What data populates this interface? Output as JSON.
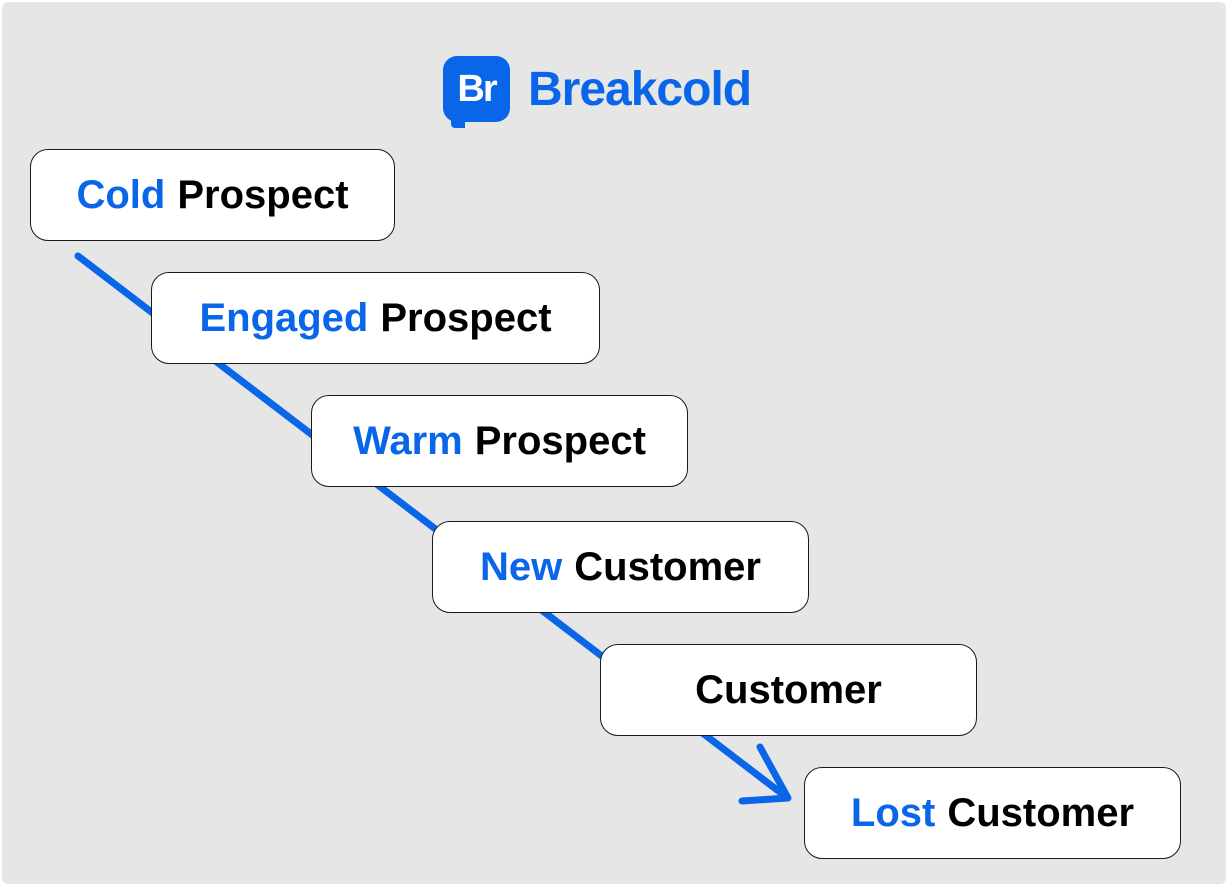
{
  "brand": {
    "badge_text": "Br",
    "name": "Breakcold",
    "color": "#0a66e8"
  },
  "stages": [
    {
      "accent": "Cold",
      "label": "Prospect"
    },
    {
      "accent": "Engaged",
      "label": "Prospect"
    },
    {
      "accent": "Warm",
      "label": "Prospect"
    },
    {
      "accent": "New",
      "label": "Customer"
    },
    {
      "accent": "",
      "label": "Customer"
    },
    {
      "accent": "Lost",
      "label": "Customer"
    }
  ],
  "colors": {
    "accent": "#0a66e8",
    "background": "#e6e6e6",
    "box": "#ffffff",
    "text": "#000000"
  }
}
